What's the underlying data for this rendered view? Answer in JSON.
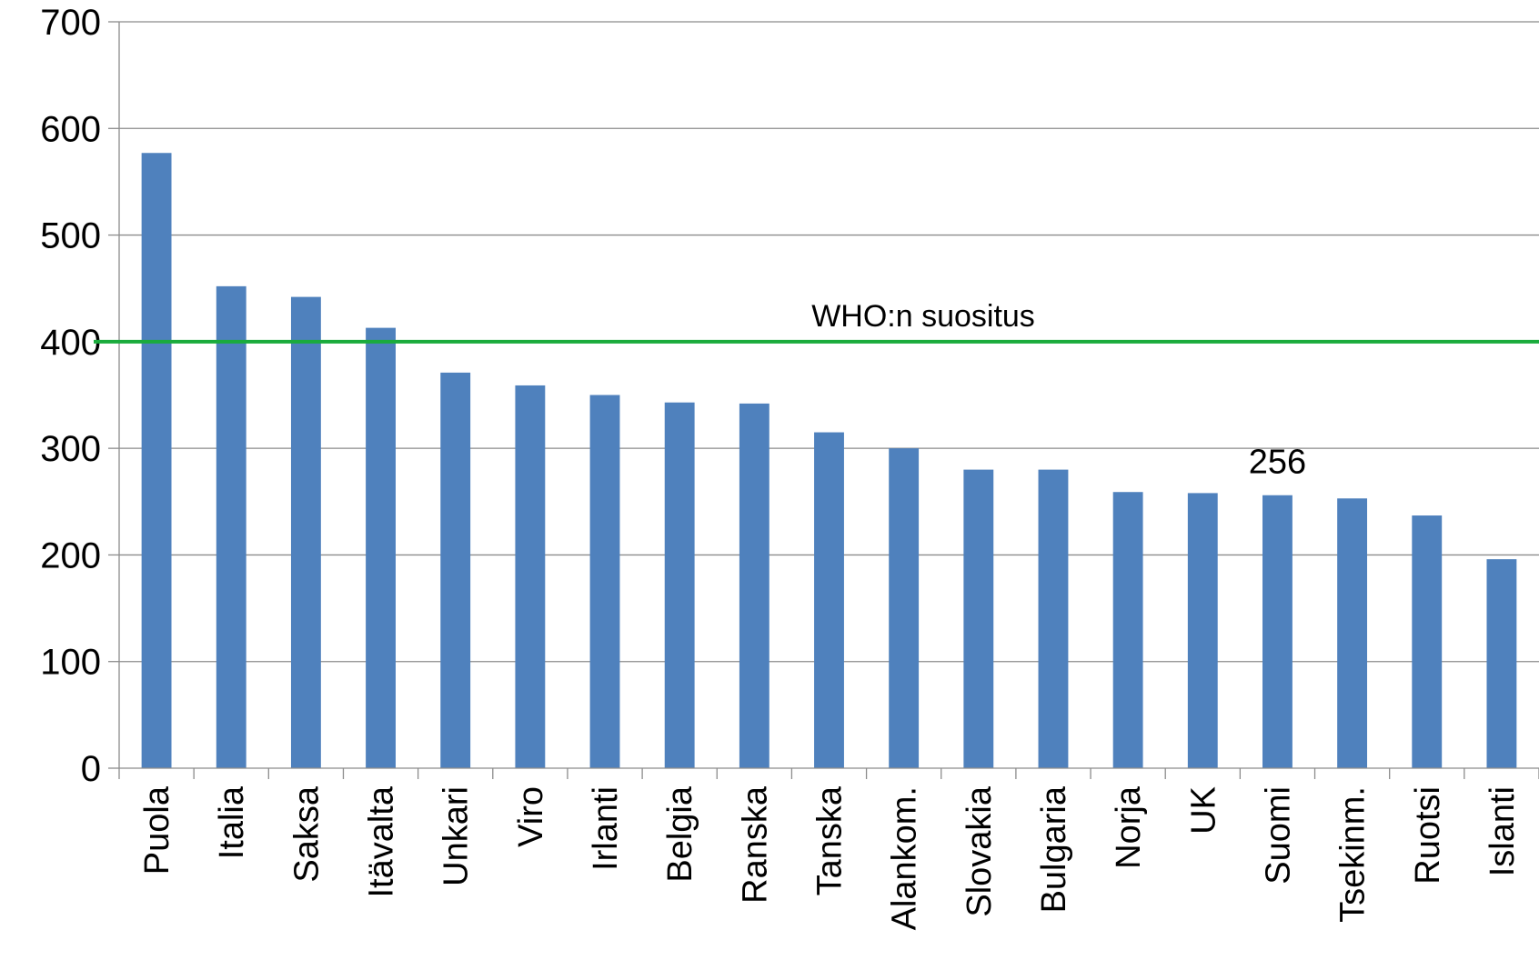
{
  "chart_data": {
    "type": "bar",
    "categories": [
      "Puola",
      "Italia",
      "Saksa",
      "Itävalta",
      "Unkari",
      "Viro",
      "Irlanti",
      "Belgia",
      "Ranska",
      "Tanska",
      "Alankom.",
      "Slovakia",
      "Bulgaria",
      "Norja",
      "UK",
      "Suomi",
      "Tsekinm.",
      "Ruotsi",
      "Islanti"
    ],
    "values": [
      577,
      452,
      442,
      413,
      371,
      359,
      350,
      343,
      342,
      315,
      300,
      280,
      280,
      259,
      258,
      256,
      253,
      237,
      196
    ],
    "ylim": [
      0,
      700
    ],
    "yticks": [
      0,
      100,
      200,
      300,
      400,
      500,
      600,
      700
    ],
    "grid": true,
    "bar_color": "#4f81bd",
    "reference_line": {
      "value": 400,
      "label": "WHO:n suositus",
      "color": "#1aab3c"
    },
    "data_labels": [
      {
        "category": "Suomi",
        "text": "256"
      }
    ]
  }
}
